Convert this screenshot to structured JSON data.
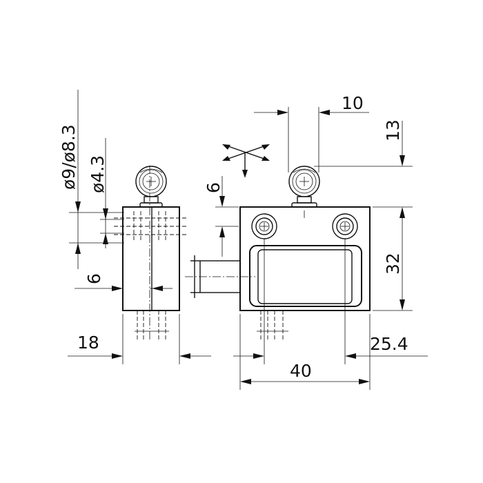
{
  "drawing": {
    "dims": {
      "d_ball": "ø9/ø8.3",
      "d_hole": "ø4.3",
      "actuator_height": "6",
      "flange_thickness": "6",
      "width_side": "18",
      "ball_offset": "10",
      "ball_height": "13",
      "height": "32",
      "hole_spacing": "25.4",
      "length": "40"
    }
  }
}
